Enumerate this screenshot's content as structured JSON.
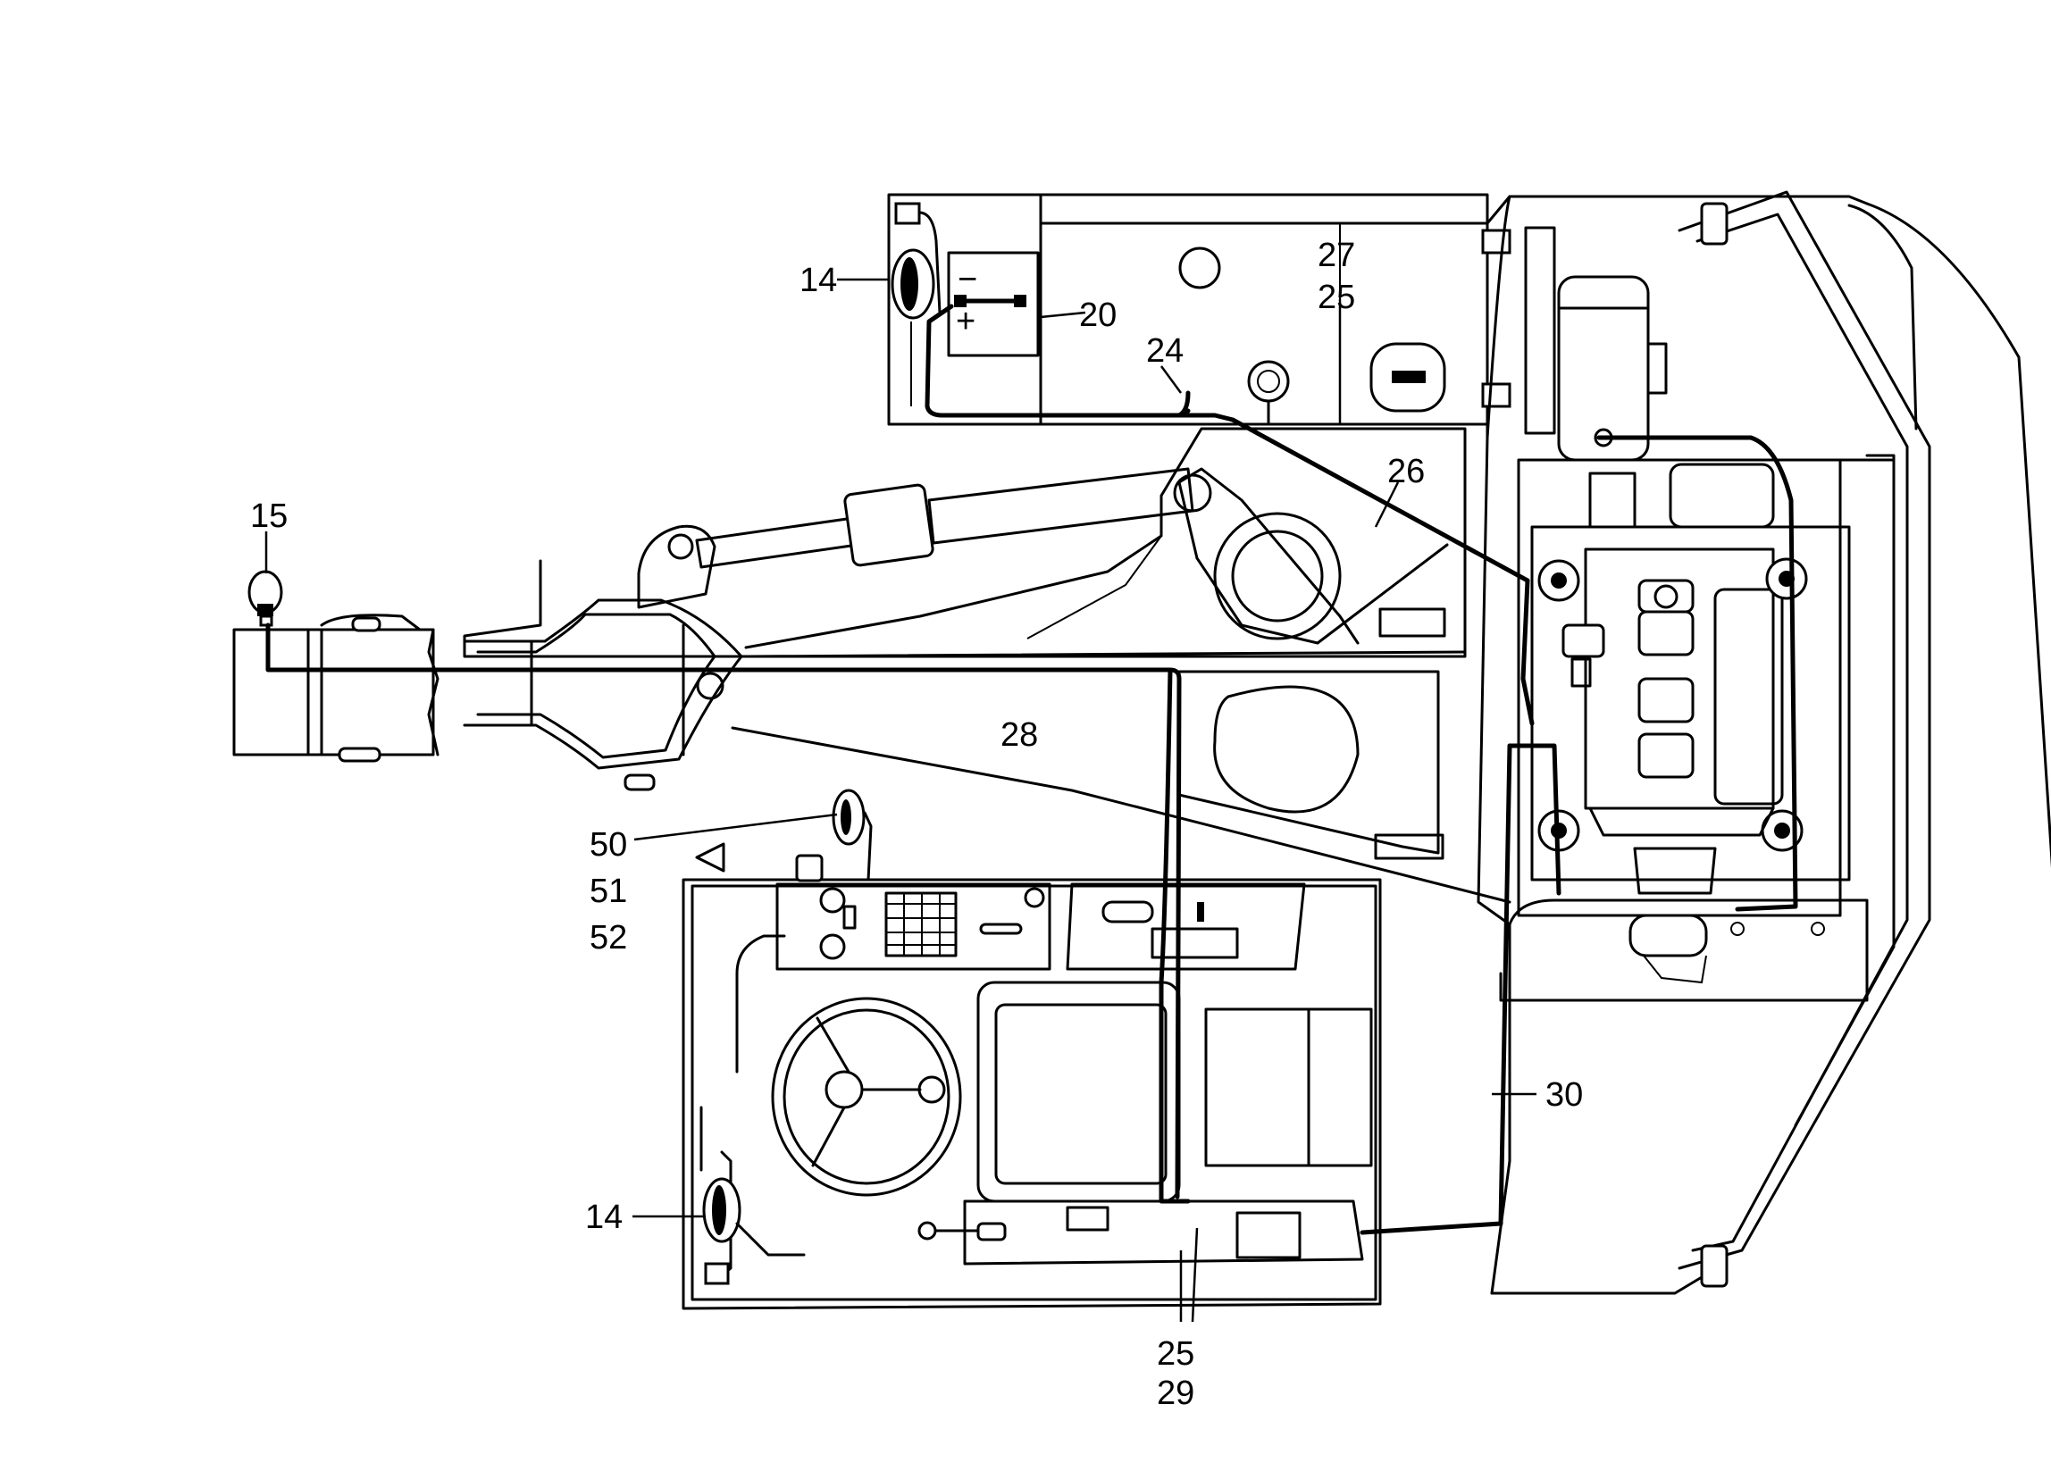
{
  "labels": [
    {
      "id": "14-top",
      "text": "14"
    },
    {
      "id": "20",
      "text": "20"
    },
    {
      "id": "27",
      "text": "27"
    },
    {
      "id": "25-top",
      "text": "25"
    },
    {
      "id": "24",
      "text": "24"
    },
    {
      "id": "26",
      "text": "26"
    },
    {
      "id": "15",
      "text": "15"
    },
    {
      "id": "28",
      "text": "28"
    },
    {
      "id": "50",
      "text": "50"
    },
    {
      "id": "51",
      "text": "51"
    },
    {
      "id": "52",
      "text": "52"
    },
    {
      "id": "30",
      "text": "30"
    },
    {
      "id": "14-bottom",
      "text": "14"
    },
    {
      "id": "25-bottom",
      "text": "25"
    },
    {
      "id": "29",
      "text": "29"
    }
  ],
  "battery": {
    "minus": "−",
    "plus": "+"
  }
}
